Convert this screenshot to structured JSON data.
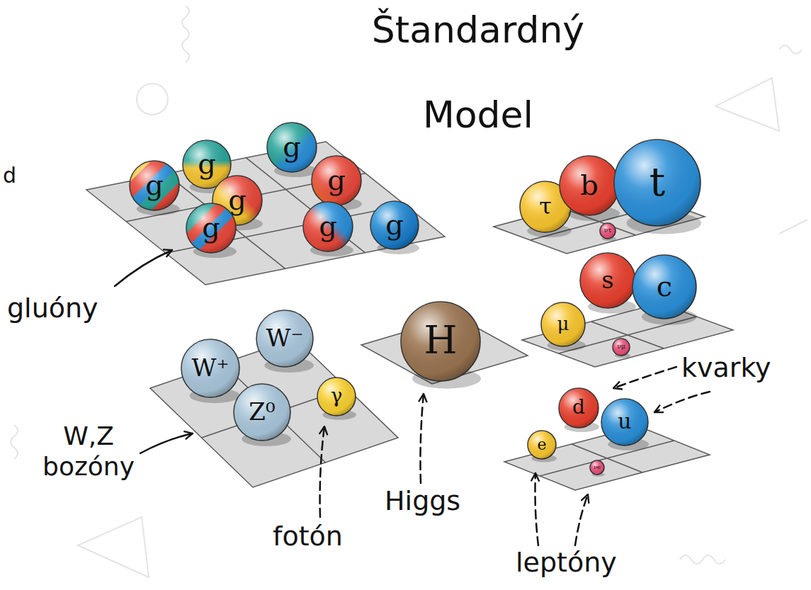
{
  "diagram": {
    "title": "Štandardný Model",
    "nodes": [
      {
        "text": [
          "g"
        ]
      },
      {
        "text": [
          "g"
        ]
      },
      {
        "text": [
          "g"
        ]
      },
      {
        "text": [
          "g"
        ]
      },
      {
        "text": [
          "g"
        ]
      },
      {
        "text": [
          "g"
        ]
      },
      {
        "text": [
          "g"
        ]
      },
      {
        "text": [
          "g"
        ]
      },
      {
        "text": [
          "τ"
        ]
      },
      {
        "text": [
          "b"
        ]
      },
      {
        "text": [
          "t"
        ]
      },
      {
        "text": [
          "ντ"
        ]
      },
      {
        "text": [
          "s"
        ]
      },
      {
        "text": [
          "c"
        ]
      },
      {
        "text": [
          "μ"
        ]
      },
      {
        "text": [
          "νμ"
        ]
      },
      {
        "text": [
          "W⁺"
        ]
      },
      {
        "text": [
          "W⁻"
        ]
      },
      {
        "text": [
          "Z⁰"
        ]
      },
      {
        "text": [
          "γ"
        ]
      },
      {
        "text": [
          "H"
        ]
      },
      {
        "text": [
          "d"
        ]
      },
      {
        "text": [
          "u"
        ]
      },
      {
        "text": [
          "e"
        ]
      },
      {
        "text": [
          "νe"
        ]
      }
    ],
    "labels": [
      "d",
      "gluóny",
      "kvarky",
      "W,Z bozóny",
      "Higgs",
      "fotón",
      "leptóny"
    ]
  }
}
